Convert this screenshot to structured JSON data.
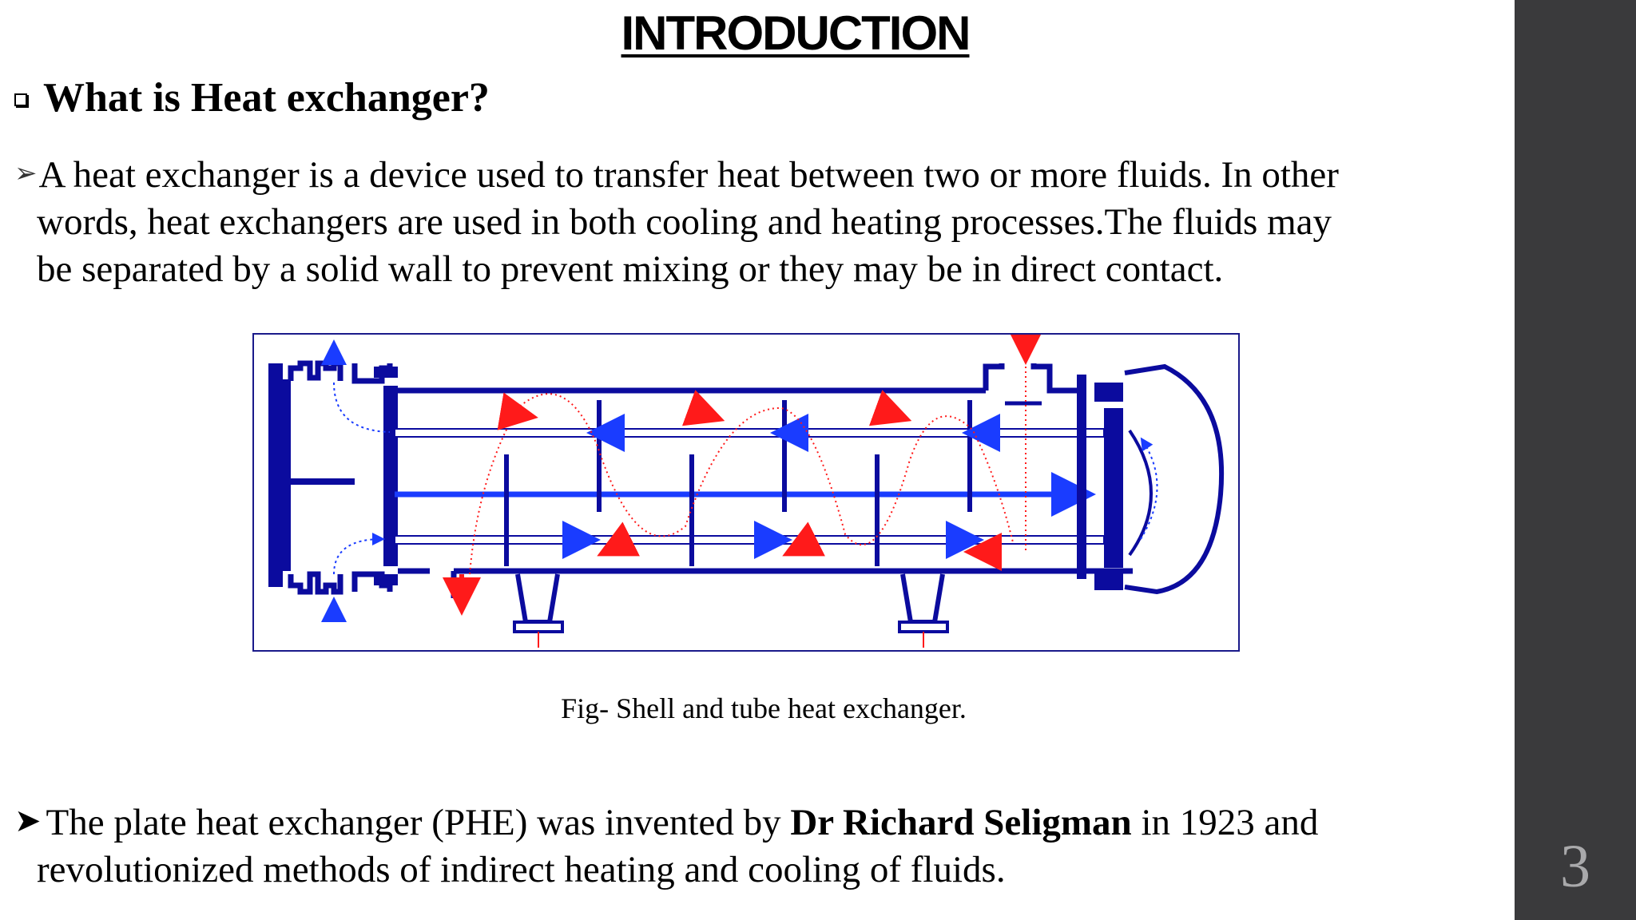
{
  "slide": {
    "title": "INTRODUCTION",
    "question": "What is Heat exchanger?",
    "definition": {
      "line1": "A heat exchanger is a device used to transfer heat between two or more fluids. In other",
      "line2": "words, heat exchangers are used in both cooling and heating processes.The fluids may",
      "line3": "be separated by a solid wall to prevent mixing or they may be in direct contact."
    },
    "figure_caption": "Fig- Shell and tube heat exchanger.",
    "history": {
      "before": "The plate heat exchanger (PHE) was invented by ",
      "name": "Dr Richard Seligman",
      "after": " in 1923 and",
      "line2": "revolutionized methods of indirect heating and cooling of fluids."
    },
    "slide_number": "3"
  },
  "colors": {
    "diagram_blue": "#0b0b9e",
    "flow_blue": "#1a3cff",
    "flow_red": "#ff1a1a",
    "side_panel": "#3a3a3c",
    "slide_number": "#a9a9ab"
  },
  "icons": {
    "question_bullet": "hollow-square-icon",
    "list_bullet_outline": "outline-arrowhead-icon",
    "list_bullet_solid": "solid-arrowhead-icon"
  }
}
